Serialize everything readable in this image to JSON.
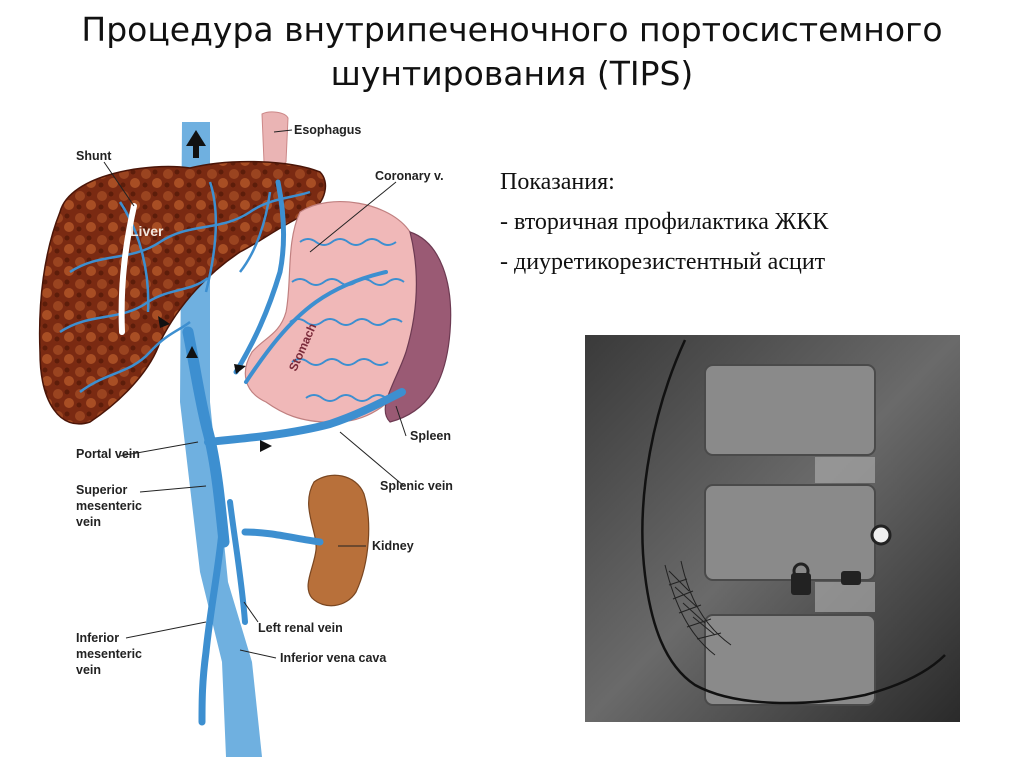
{
  "title": {
    "line1": "Процедура внутрипеченочного портосистемного",
    "line2": "шунтирования (TIPS)"
  },
  "indications": {
    "heading": "Показания:",
    "items": [
      "- вторичная профилактика ЖКК",
      "- диуретикорезистентный асцит"
    ]
  },
  "diagram": {
    "labels": {
      "shunt": "Shunt",
      "esophagus": "Esophagus",
      "coronary": "Coronary v.",
      "liver": "Liver",
      "stomach": "Stomach",
      "spleen": "Spleen",
      "portal_vein": "Portal vein",
      "splenic_vein": "Splenic vein",
      "sup_mes_1": "Superior",
      "sup_mes_2": "mesenteric",
      "sup_mes_3": "vein",
      "kidney": "Kidney",
      "left_renal": "Left renal vein",
      "inf_mes_1": "Inferior",
      "inf_mes_2": "mesenteric",
      "inf_mes_3": "vein",
      "ivc": "Inferior vena cava"
    },
    "colors": {
      "vein": "#3d8fd0",
      "vein_light": "#6fb0e0",
      "liver": "#7a2a12",
      "stomach": "#f0b8b8",
      "spleen": "#9a5a74",
      "kidney": "#b8703a"
    }
  }
}
